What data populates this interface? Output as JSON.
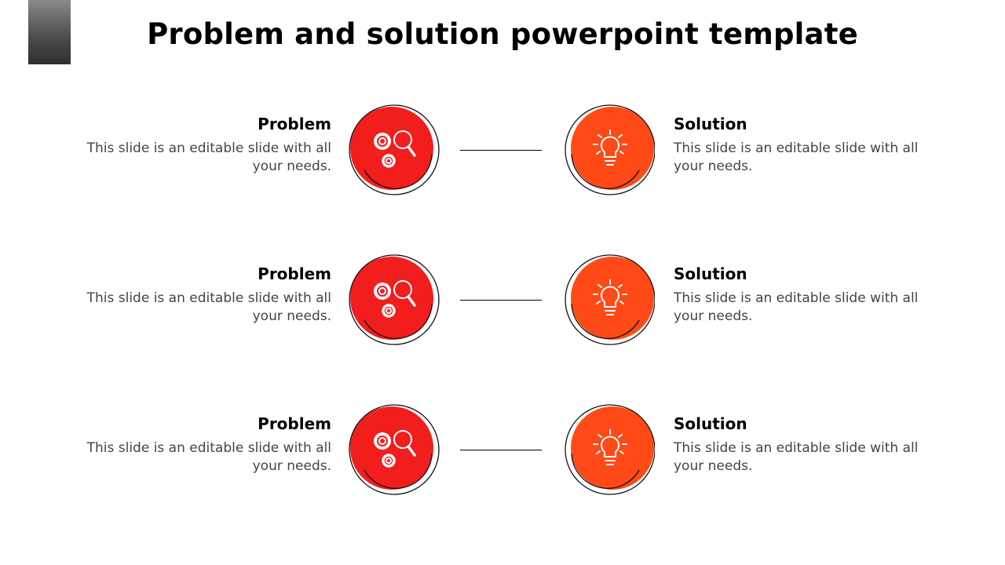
{
  "slide": {
    "title": "Problem and solution powerpoint template"
  },
  "colors": {
    "problem_accent": "#f21d1d",
    "solution_accent": "#ff4a17",
    "outline": "#111111"
  },
  "icons": {
    "problem": "gears-magnifier-icon",
    "solution": "lightbulb-icon"
  },
  "rows": [
    {
      "problem": {
        "heading": "Problem",
        "text_line1": "This slide is an editable slide with all",
        "text_line2": "your needs."
      },
      "solution": {
        "heading": "Solution",
        "text_line1": "This slide is an editable slide with all",
        "text_line2": "your needs."
      }
    },
    {
      "problem": {
        "heading": "Problem",
        "text_line1": "This slide is an editable slide with all",
        "text_line2": "your needs."
      },
      "solution": {
        "heading": "Solution",
        "text_line1": "This slide is an editable slide with all",
        "text_line2": "your needs."
      }
    },
    {
      "problem": {
        "heading": "Problem",
        "text_line1": "This slide is an editable slide with all",
        "text_line2": "your needs."
      },
      "solution": {
        "heading": "Solution",
        "text_line1": "This slide is an editable slide with all",
        "text_line2": "your needs."
      }
    }
  ]
}
